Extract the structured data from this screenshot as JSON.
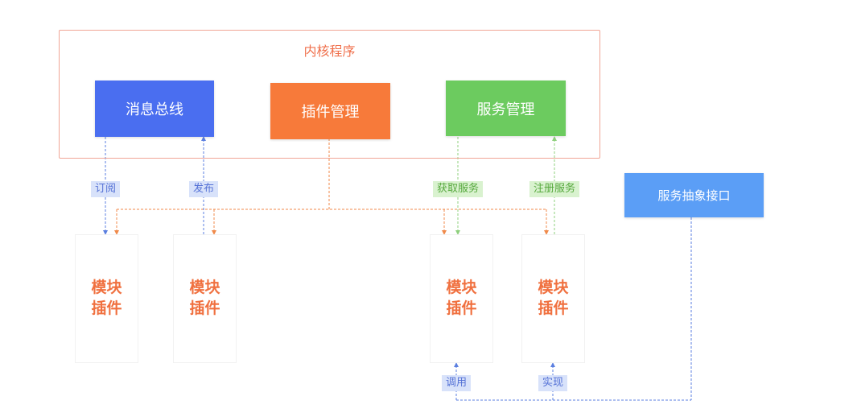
{
  "kernel": {
    "title": "内核程序"
  },
  "components": {
    "message_bus": {
      "label": "消息总线",
      "color": "#4a6ef0"
    },
    "plugin_manager": {
      "label": "插件管理",
      "color": "#f77a3a"
    },
    "service_manager": {
      "label": "服务管理",
      "color": "#6ccb5f"
    }
  },
  "service_abstract": {
    "label": "服务抽象接口",
    "color": "#5b9ef6"
  },
  "modules": [
    {
      "line1": "模块",
      "line2": "插件"
    },
    {
      "line1": "模块",
      "line2": "插件"
    },
    {
      "line1": "模块",
      "line2": "插件"
    },
    {
      "line1": "模块",
      "line2": "插件"
    }
  ],
  "edge_labels": {
    "subscribe": "订阅",
    "publish": "发布",
    "get_service": "获取服务",
    "register_service": "注册服务",
    "call": "调用",
    "implement": "实现"
  },
  "colors": {
    "blue_line": "#5b7fe0",
    "orange_line": "#f08a4b",
    "green_line": "#8fd07e",
    "kernel_border": "#f0a596",
    "module_text": "#f0703f"
  }
}
